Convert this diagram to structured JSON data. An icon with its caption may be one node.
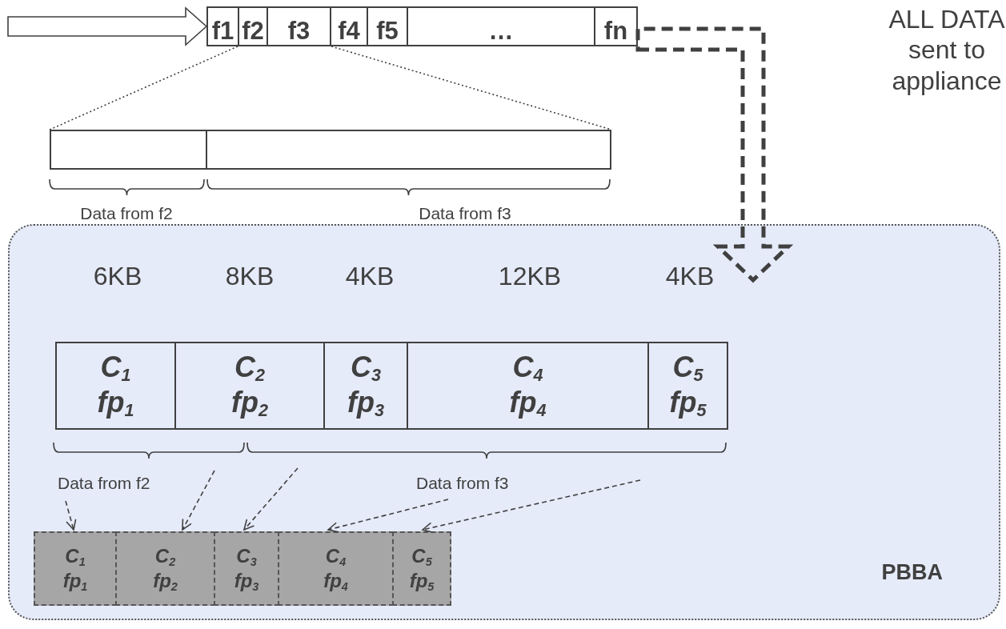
{
  "diagram": {
    "nodes": [
      {
        "text": [
          "f1"
        ]
      },
      {
        "text": [
          "f2"
        ]
      },
      {
        "text": [
          "f3"
        ]
      },
      {
        "text": [
          "f4"
        ]
      },
      {
        "text": [
          "f5"
        ]
      },
      {
        "text": [
          "…"
        ]
      },
      {
        "text": [
          "fn"
        ]
      },
      {
        "text": [],
        "shape": "box"
      },
      {
        "text": [],
        "shape": "box"
      },
      {
        "text": [
          "PBBA"
        ]
      },
      {
        "text": [
          "C$_{1}$",
          "fp$_{1}$"
        ],
        "in": 9,
        "beside": [
          "6KB"
        ]
      },
      {
        "text": [
          "C$_{2}$",
          "fp$_{2}$"
        ],
        "in": 9,
        "beside": [
          "8KB"
        ]
      },
      {
        "text": [
          "C$_{3}$",
          "fp$_{3}$"
        ],
        "in": 9,
        "beside": [
          "4KB"
        ]
      },
      {
        "text": [
          "C$_{4}$",
          "fp$_{4}$"
        ],
        "in": 9,
        "beside": [
          "12KB"
        ]
      },
      {
        "text": [
          "C$_{5}$",
          "fp$_{5}$"
        ],
        "in": 9,
        "beside": [
          "4KB"
        ]
      },
      {
        "text": [
          "C$_{1}$",
          "fp$_{1}$"
        ],
        "in": 9
      },
      {
        "text": [
          "C$_{2}$",
          "fp$_{2}$"
        ],
        "in": 9
      },
      {
        "text": [
          "C$_{3}$",
          "fp$_{3}$"
        ],
        "in": 9
      },
      {
        "text": [
          "C$_{4}$",
          "fp$_{4}$"
        ],
        "in": 9
      },
      {
        "text": [
          "C$_{5}$",
          "fp$_{5}$"
        ],
        "in": 9
      }
    ],
    "edges": [
      {
        "from": null,
        "to": 0,
        "arrow": "to"
      },
      {
        "from": 1,
        "to": 7,
        "arrow": "none",
        "style": "dashed"
      },
      {
        "from": 2,
        "to": 8,
        "arrow": "none",
        "style": "dashed"
      },
      {
        "from": 6,
        "to": 9,
        "arrow": "to",
        "style": "dashed"
      },
      {
        "from": null,
        "to": 15,
        "arrow": "to",
        "style": "dashed"
      },
      {
        "from": null,
        "to": 16,
        "arrow": "to",
        "style": "dashed"
      },
      {
        "from": null,
        "to": 17,
        "arrow": "to",
        "style": "dashed"
      },
      {
        "from": null,
        "to": 18,
        "arrow": "to",
        "style": "dashed"
      },
      {
        "from": null,
        "to": 19,
        "arrow": "to",
        "style": "dashed"
      }
    ],
    "labels": [
      "ALL DATA sent to appliance",
      "Data from f2",
      "Data from f3",
      "Data from f2",
      "Data from f3"
    ]
  }
}
